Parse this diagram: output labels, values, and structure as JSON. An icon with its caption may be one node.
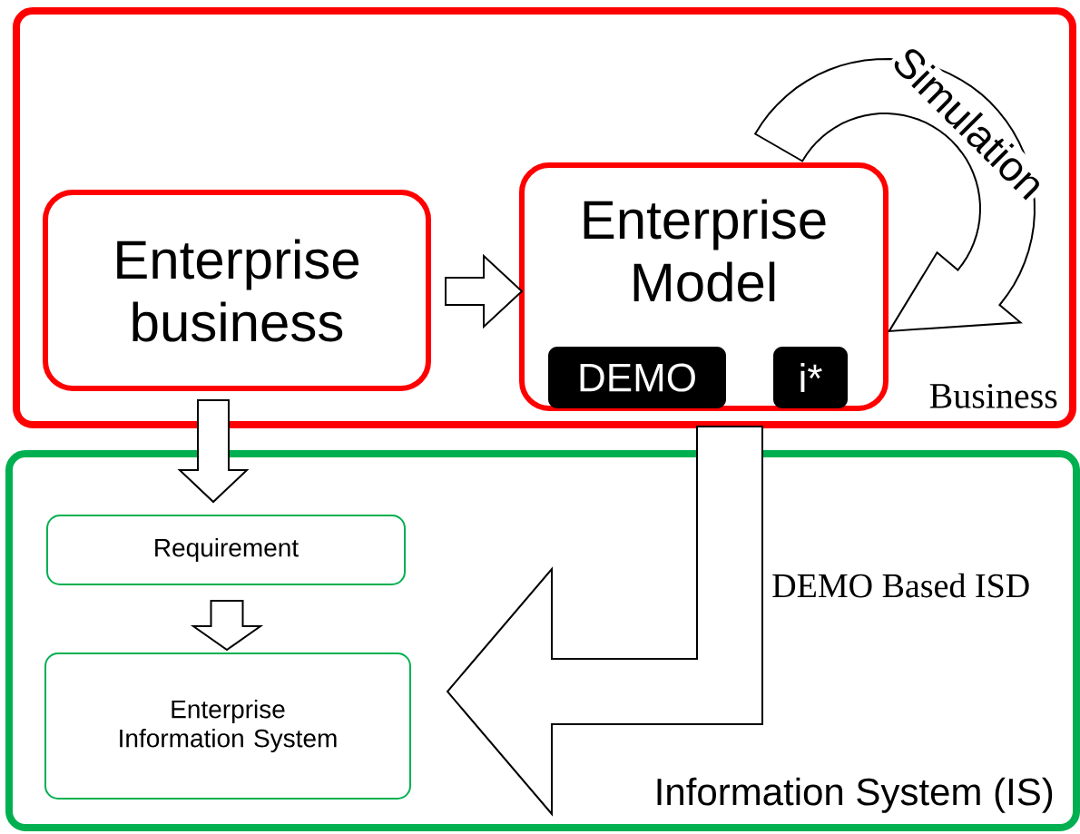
{
  "diagram": {
    "nodes": [
      {
        "text": [
          "Business"
        ]
      },
      {
        "text": [
          "Enterprise business"
        ],
        "in": 0
      },
      {
        "text": [
          "Enterprise Model"
        ],
        "in": 0
      },
      {
        "text": [
          "DEMO"
        ],
        "in": 2
      },
      {
        "text": [
          "i*"
        ],
        "in": 2
      },
      {
        "text": [
          "Information System (IS)"
        ]
      },
      {
        "text": [
          "Requirement"
        ],
        "in": 5
      },
      {
        "text": [
          "Enterprise Information System"
        ],
        "in": 5
      }
    ],
    "edges": [
      {
        "from": 1,
        "to": 2,
        "arrow": "to"
      },
      {
        "from": 1,
        "to": 6,
        "arrow": "to"
      },
      {
        "from": 6,
        "to": 7,
        "arrow": "to"
      },
      {
        "from": 2,
        "to": 7,
        "arrow": "to",
        "label": "DEMO Based ISD"
      },
      {
        "from": null,
        "to": 2,
        "arrow": "to",
        "label": "Simulation"
      }
    ]
  }
}
